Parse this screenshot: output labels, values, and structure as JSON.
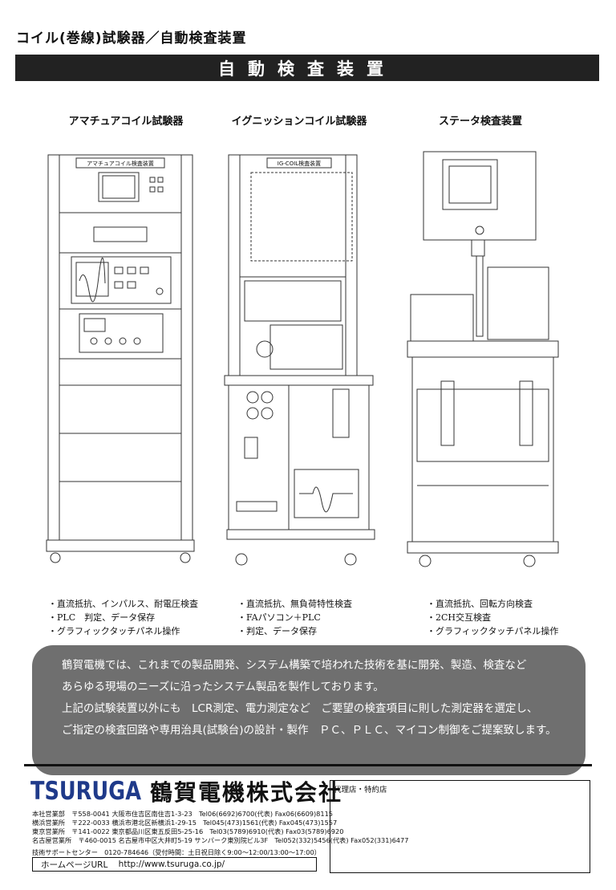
{
  "header": {
    "title": "コイル(巻線)試験器／自動検査装置",
    "banner": "自動検査装置"
  },
  "products": [
    {
      "name": "アマチュアコイル試験器",
      "panel_label": "アマチュアコイル検査装置",
      "features": [
        "・直流抵抗、インパルス、耐電圧検査",
        "・PLC　判定、データ保存",
        "・グラフィックタッチパネル操作"
      ]
    },
    {
      "name": "イグニッションコイル試験器",
      "panel_label": "IG-COIL検査装置",
      "features": [
        "・直流抵抗、無負荷特性検査",
        "・FAパソコン＋PLC",
        "・判定、データ保存"
      ]
    },
    {
      "name": "ステータ検査装置",
      "features": [
        "・直流抵抗、回転方向検査",
        "・2CH交互検査",
        "・グラフィックタッチパネル操作"
      ]
    }
  ],
  "info": {
    "lines": [
      "鶴賀電機では、これまでの製品開発、システム構築で培われた技術を基に開発、製造、検査など",
      "あらゆる現場のニーズに沿ったシステム製品を製作しております。",
      "上記の試験装置以外にも　LCR測定、電力測定など　ご要望の検査項目に則した測定器を選定し、",
      "ご指定の検査回路や専用治具(試験台)の設計・製作　ＰＣ、ＰＬＣ、マイコン制御をご提案致します。"
    ]
  },
  "footer": {
    "logo_text": "TSURUGA",
    "company": "鶴賀電機株式会社",
    "offices": [
      "本社営業部　〒558-0041 大阪市住吉区南住吉1-3-23　Tel06(6692)6700(代表) Fax06(6609)8115",
      "横浜営業所　〒222-0033 横浜市港北区新横浜1-29-15　Tel045(473)1561(代表) Fax045(473)1557",
      "東京営業所　〒141-0022 東京都品川区東五反田5-25-16　Tel03(5789)6910(代表) Fax03(5789)6920",
      "名古屋営業所　〒460-0015 名古屋市中区大井町5-19 サンパーク東別院ビル3F　Tel052(332)5456(代表) Fax052(331)6477"
    ],
    "support": "技術サポートセンター　0120-784646（受付時間：土日祝日除く9:00～12:00/13:00～17:00）",
    "url_label": "ホームページURL",
    "url": "http://www.tsuruga.co.jp/",
    "agent_label": "代理店・特約店"
  }
}
